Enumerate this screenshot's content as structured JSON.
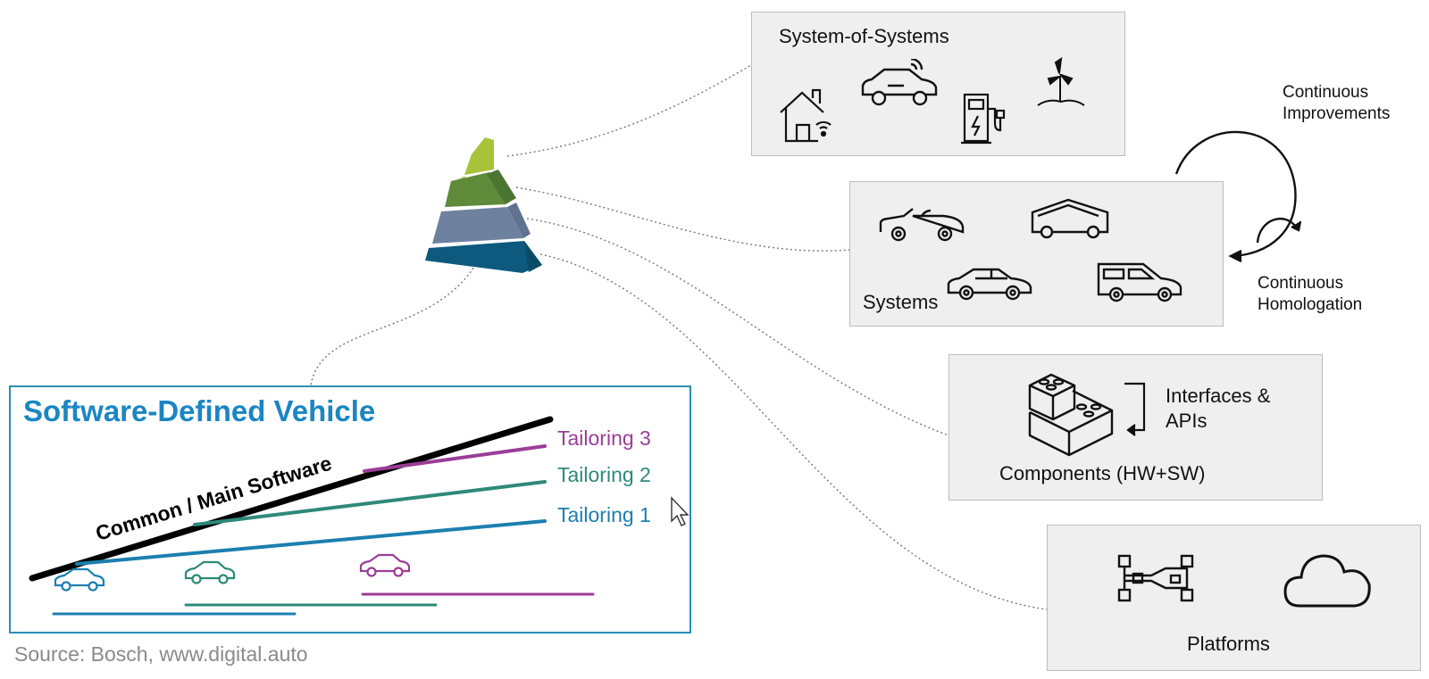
{
  "panels": {
    "system_of_systems": {
      "title": "System-of-Systems",
      "icons": [
        "smart-home-icon",
        "connected-car-icon",
        "charging-station-icon",
        "wind-turbine-icon"
      ]
    },
    "systems": {
      "title": "Systems",
      "icons": [
        "convertible-car-icon",
        "coupe-car-icon",
        "sedan-car-icon",
        "van-icon"
      ]
    },
    "components": {
      "title": "Components (HW+SW)",
      "side_label": "Interfaces & APIs",
      "icons": [
        "building-blocks-icon",
        "interface-arrow-icon"
      ]
    },
    "platforms": {
      "title": "Platforms",
      "icons": [
        "chassis-icon",
        "cloud-icon"
      ]
    }
  },
  "cycle": {
    "top_label": "Continuous Improvements",
    "bottom_label": "Continuous Homologation"
  },
  "sdv": {
    "title": "Software-Defined Vehicle",
    "main_line_label": "Common / Main Software",
    "tailorings": [
      "Tailoring 3",
      "Tailoring 2",
      "Tailoring 1"
    ]
  },
  "colors": {
    "pyramid_top": "#a8c23a",
    "pyramid_2": "#5e8a3a",
    "pyramid_3": "#6e82a0",
    "pyramid_base": "#0e5a7e",
    "tailoring_3": "#9b3d97",
    "tailoring_2": "#2d8a7a",
    "tailoring_1": "#1b7fb0",
    "sdv_title": "#1a86c3"
  },
  "source": "Source: Bosch, www.digital.auto"
}
